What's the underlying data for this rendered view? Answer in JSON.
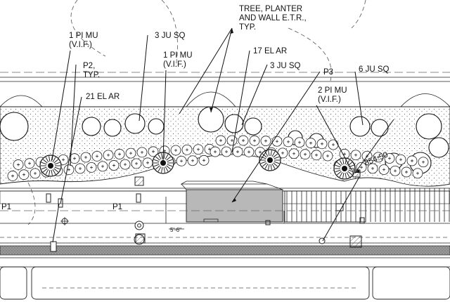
{
  "labels": [
    {
      "id": "tree-planter-wall",
      "lines": [
        "TREE, PLANTER",
        "AND WALL E.T.R.,",
        "TYP."
      ]
    },
    {
      "id": "pi-mu-1",
      "lines": [
        "1 PI MU",
        "(V.I.F.)"
      ]
    },
    {
      "id": "ju-sq-3a",
      "lines": [
        "3 JU SQ"
      ]
    },
    {
      "id": "pi-mu-2",
      "lines": [
        "1 PI MU",
        "(V.I.F.)"
      ]
    },
    {
      "id": "el-ar-17",
      "lines": [
        "17 EL AR"
      ]
    },
    {
      "id": "ju-sq-3b",
      "lines": [
        "3 JU SQ"
      ]
    },
    {
      "id": "p2",
      "lines": [
        "P2,",
        "TYP."
      ]
    },
    {
      "id": "p3",
      "lines": [
        "P3"
      ]
    },
    {
      "id": "ju-sq-6",
      "lines": [
        "6 JU SQ"
      ]
    },
    {
      "id": "el-ar-21",
      "lines": [
        "21 EL AR"
      ]
    },
    {
      "id": "pi-mu-2b",
      "lines": [
        "2 PI MU",
        "(V.I.F.)"
      ]
    },
    {
      "id": "p1-left",
      "lines": [
        "P1"
      ]
    },
    {
      "id": "p1-mid",
      "lines": [
        "P1"
      ]
    }
  ],
  "annotations": {
    "elevation": "854.50",
    "dimension": "5'-6\""
  },
  "colors": {
    "paving": "#b8b8b8",
    "curb_band": "#a0a0a0",
    "line": "#111111"
  }
}
